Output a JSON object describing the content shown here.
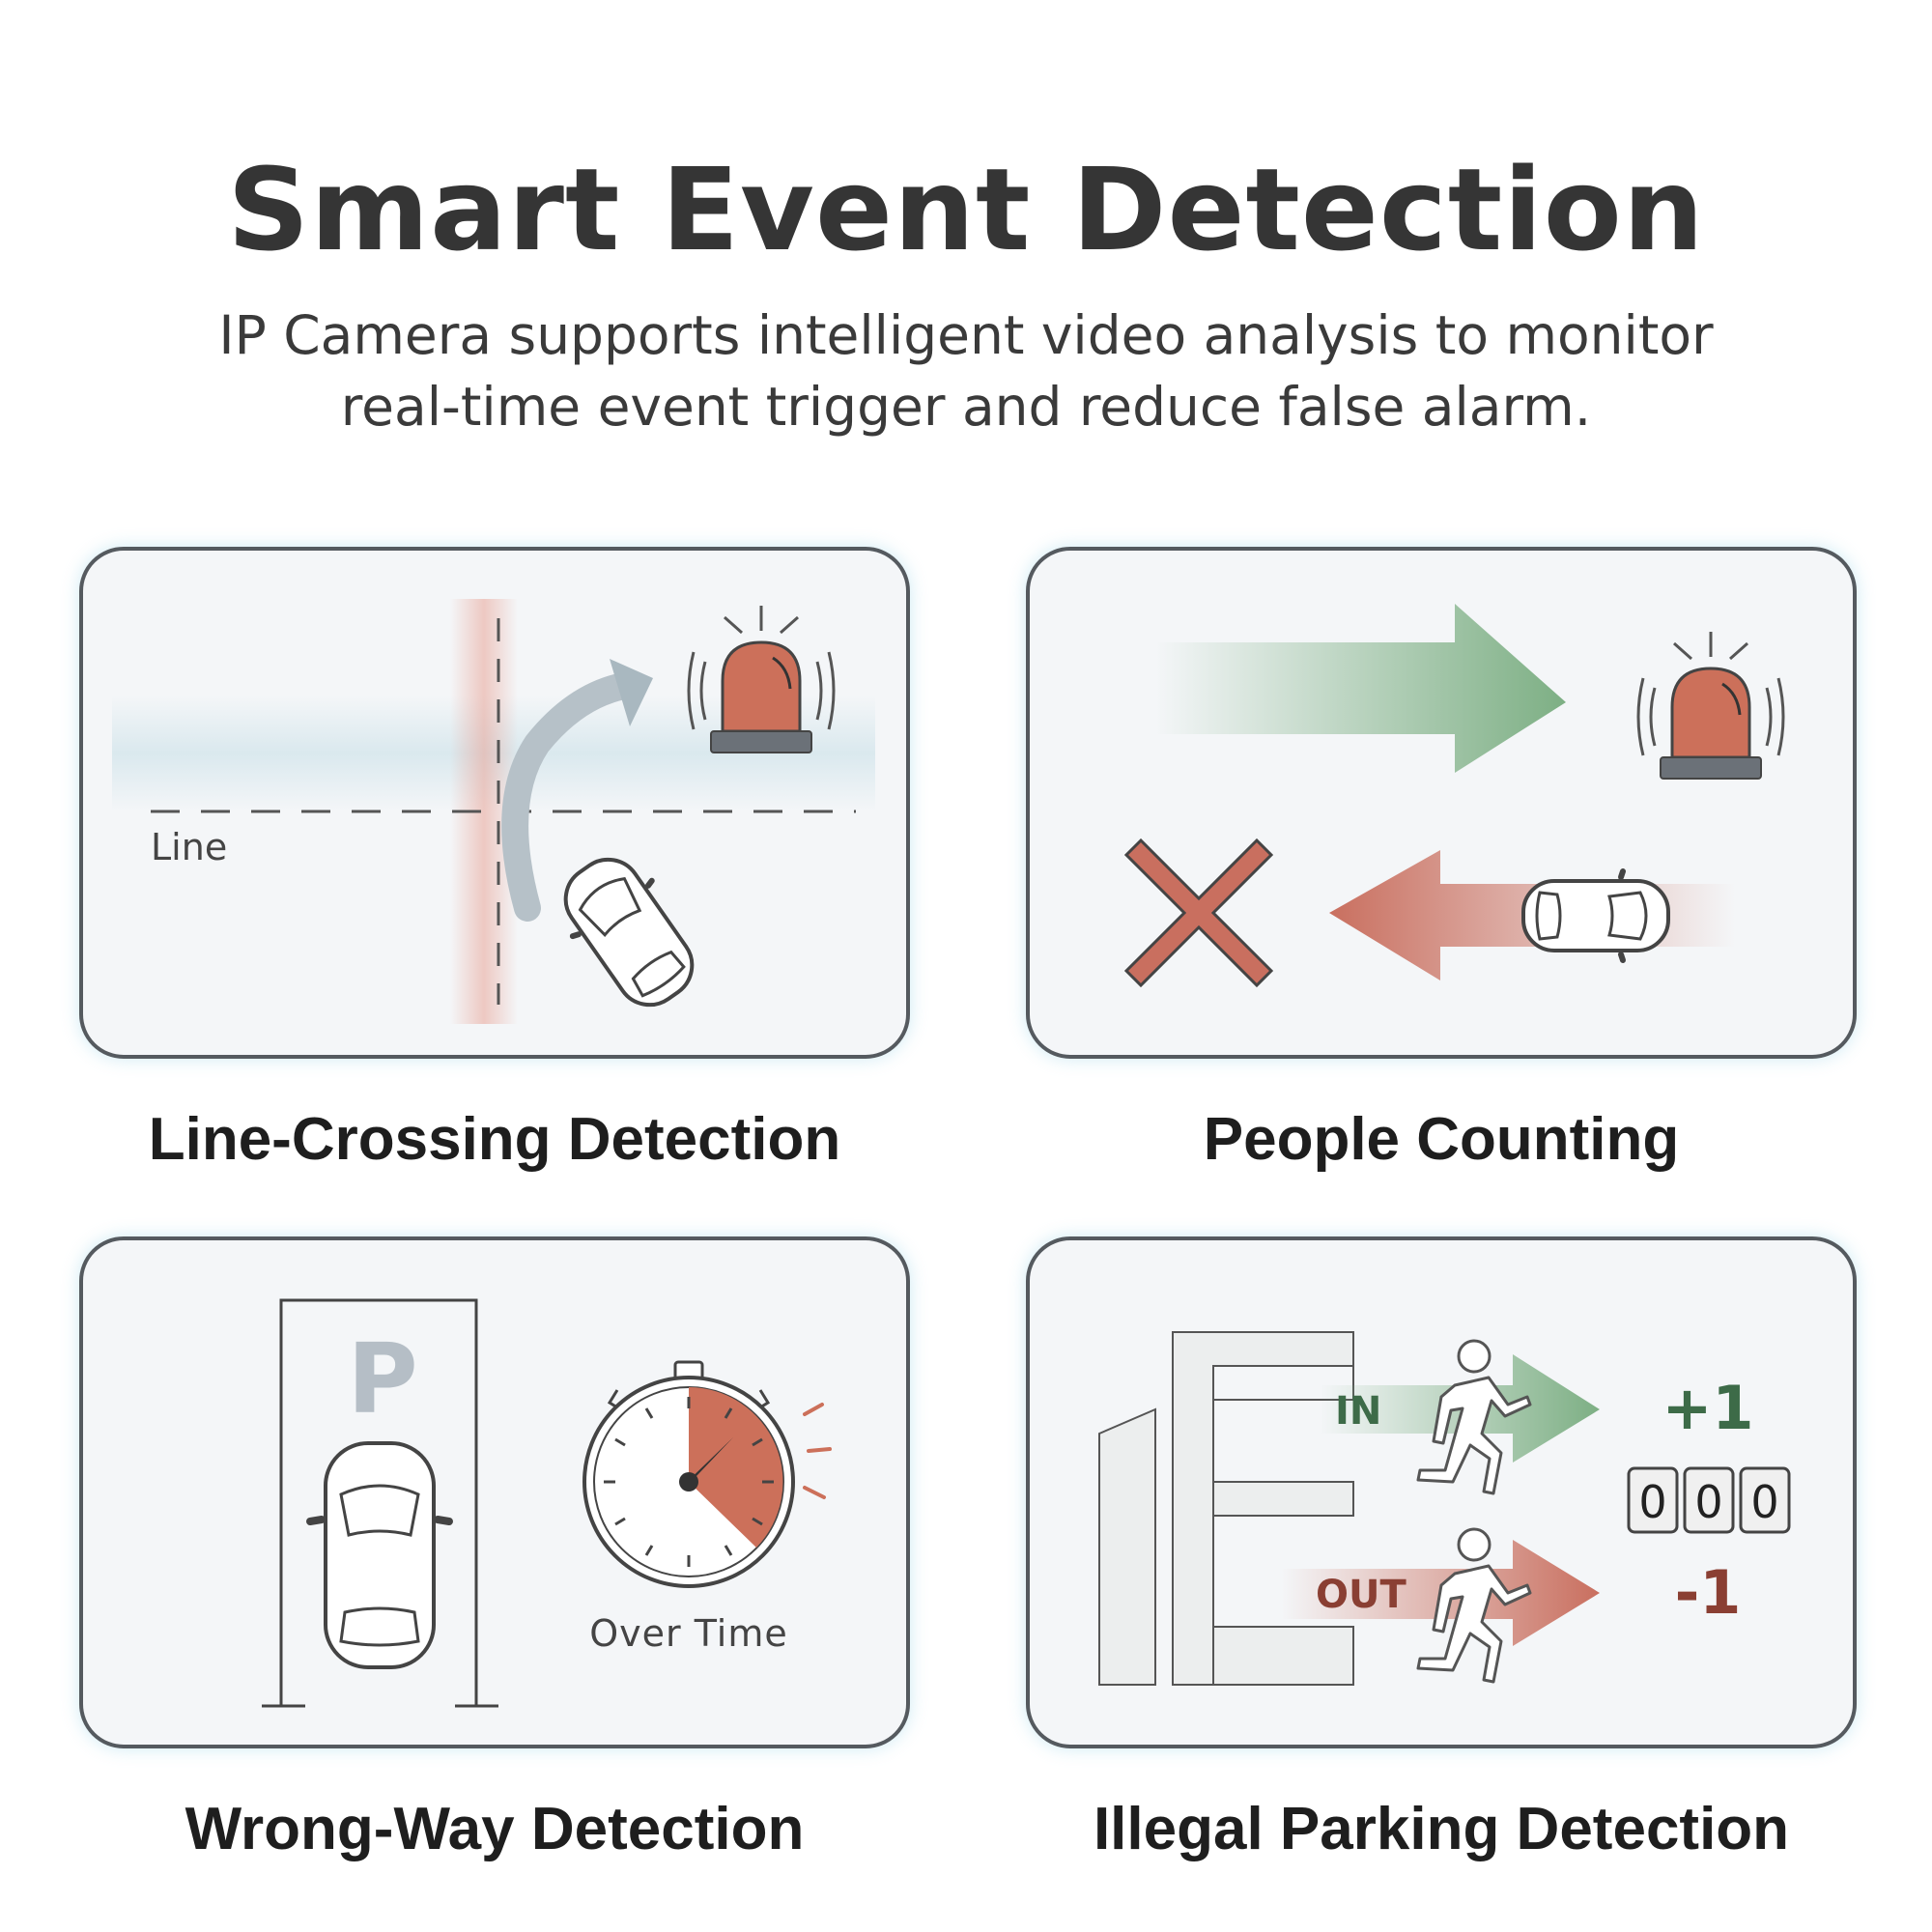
{
  "header": {
    "title": "Smart Event Detection",
    "subtitle_line1": "IP Camera supports intelligent video analysis to monitor",
    "subtitle_line2": "real-time event trigger and reduce false alarm."
  },
  "cards": {
    "line_crossing": {
      "caption": "Line-Crossing Detection",
      "line_label": "Line"
    },
    "people_counting": {
      "caption": "People Counting"
    },
    "wrong_way": {
      "caption": "Wrong-Way Detection",
      "parking_letter": "P",
      "timer_label": "Over Time"
    },
    "illegal_parking": {
      "caption": "Illegal Parking Detection",
      "in_label": "IN",
      "out_label": "OUT",
      "plus_count": "+1",
      "minus_count": "-1",
      "counter_digits": [
        "0",
        "0",
        "0"
      ]
    }
  },
  "colors": {
    "alarm_red": "#cc705a",
    "green_arrow": "#7daf84",
    "red_arrow": "#c96f5f",
    "card_border": "#555a5f",
    "card_bg": "#f4f6f8"
  },
  "icons": [
    "alarm-light-icon",
    "car-icon",
    "arrow-icon",
    "cross-icon",
    "stopwatch-icon",
    "running-person-icon",
    "building-icon"
  ]
}
